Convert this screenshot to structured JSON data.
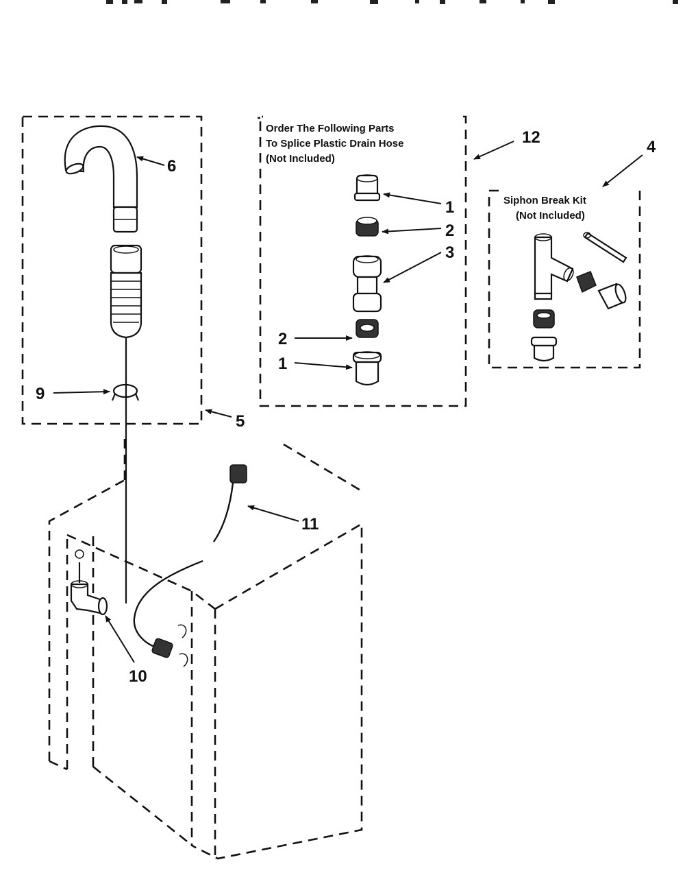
{
  "labels": {
    "n1a": "1",
    "n1b": "1",
    "n2a": "2",
    "n2b": "2",
    "n3": "3",
    "n4": "4",
    "n5": "5",
    "n6": "6",
    "n9": "9",
    "n10": "10",
    "n11": "11",
    "n12": "12"
  },
  "splice_box": {
    "line1": "Order The Following Parts",
    "line2": "To Splice Plastic Drain Hose",
    "line3": "(Not Included)"
  },
  "siphon_box": {
    "line1": "Siphon Break Kit",
    "line2": "(Not Included)"
  }
}
